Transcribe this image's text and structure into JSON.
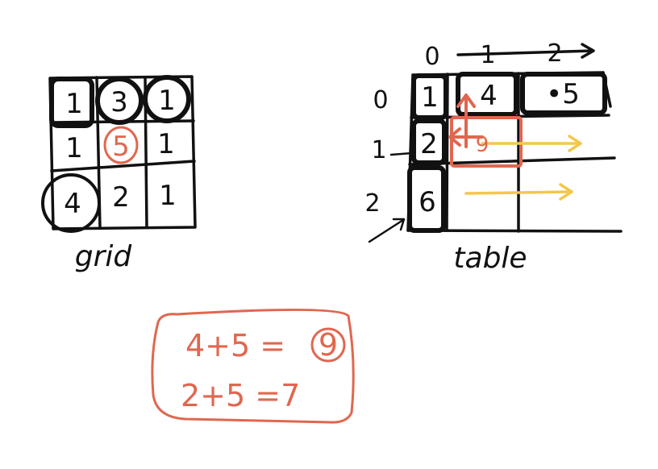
{
  "colors": {
    "ink": "#111111",
    "red": "#e0674f",
    "yellow": "#f2c84b"
  },
  "grid": {
    "label": "grid",
    "cells": [
      [
        "1",
        "3",
        "1"
      ],
      [
        "1",
        "5",
        "1"
      ],
      [
        "4",
        "2",
        "1"
      ]
    ]
  },
  "table": {
    "label": "table",
    "col_indices": [
      "0",
      "1",
      "2"
    ],
    "row_indices": [
      "0",
      "1",
      "2"
    ],
    "cells": [
      [
        "1",
        "4",
        "•5"
      ],
      [
        "2",
        "9",
        ""
      ],
      [
        "6",
        "",
        ""
      ]
    ]
  },
  "equations": {
    "line1_expr": "4+5 =",
    "line1_result": "9",
    "line2": "2+5 =7"
  }
}
